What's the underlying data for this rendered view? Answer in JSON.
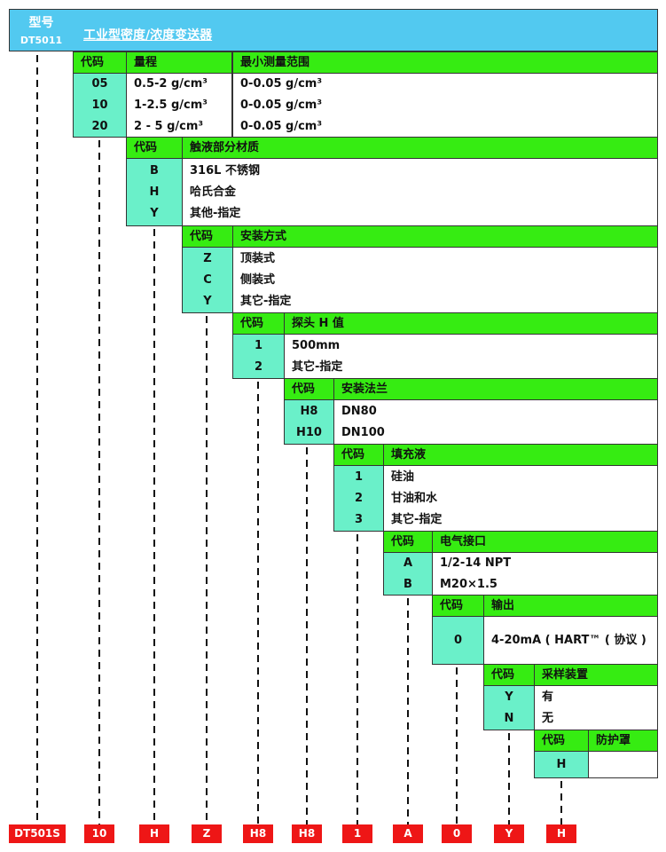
{
  "header": {
    "model_label": "型号",
    "model_code": "DT5011",
    "title": "工业型密度/浓度变送器"
  },
  "sections": [
    {
      "code_header": "代码",
      "columns": [
        "量程",
        "最小测量范围"
      ],
      "rows": [
        {
          "code": "05",
          "values": [
            "0.5-2 g/cm³",
            "0-0.05 g/cm³"
          ]
        },
        {
          "code": "10",
          "values": [
            "1-2.5 g/cm³",
            "0-0.05 g/cm³"
          ]
        },
        {
          "code": "20",
          "values": [
            " 2 - 5 g/cm³",
            "0-0.05 g/cm³"
          ]
        }
      ]
    },
    {
      "code_header": "代码",
      "columns": [
        "触液部分材质"
      ],
      "rows": [
        {
          "code": "B",
          "values": [
            "316L 不锈钢"
          ]
        },
        {
          "code": "H",
          "values": [
            "哈氏合金"
          ]
        },
        {
          "code": "Y",
          "values": [
            "其他-指定"
          ]
        }
      ]
    },
    {
      "code_header": "代码",
      "columns": [
        "安装方式"
      ],
      "rows": [
        {
          "code": "Z",
          "values": [
            "顶装式"
          ]
        },
        {
          "code": "C",
          "values": [
            "侧装式"
          ]
        },
        {
          "code": "Y",
          "values": [
            "其它-指定"
          ]
        }
      ]
    },
    {
      "code_header": "代码",
      "columns": [
        "探头 H 值"
      ],
      "rows": [
        {
          "code": "1",
          "values": [
            "500mm"
          ]
        },
        {
          "code": "2",
          "values": [
            "其它-指定"
          ]
        }
      ]
    },
    {
      "code_header": "代码",
      "columns": [
        "安装法兰"
      ],
      "rows": [
        {
          "code": "H8",
          "values": [
            "DN80"
          ]
        },
        {
          "code": "H10",
          "values": [
            "DN100"
          ]
        }
      ]
    },
    {
      "code_header": "代码",
      "columns": [
        "填充液"
      ],
      "rows": [
        {
          "code": "1",
          "values": [
            "硅油"
          ]
        },
        {
          "code": "2",
          "values": [
            "甘油和水"
          ]
        },
        {
          "code": "3",
          "values": [
            "其它-指定"
          ]
        }
      ]
    },
    {
      "code_header": "代码",
      "columns": [
        "电气接口"
      ],
      "rows": [
        {
          "code": "A",
          "values": [
            "1/2-14 NPT"
          ]
        },
        {
          "code": "B",
          "values": [
            "M20×1.5"
          ]
        }
      ]
    },
    {
      "code_header": "代码",
      "columns": [
        "输出"
      ],
      "rows": [
        {
          "code": "0",
          "values": [
            "4-20mA ( HART™ ( 协议 )"
          ]
        }
      ]
    },
    {
      "code_header": "代码",
      "columns": [
        "采样装置"
      ],
      "rows": [
        {
          "code": "Y",
          "values": [
            "有"
          ]
        },
        {
          "code": "N",
          "values": [
            "无"
          ]
        }
      ]
    },
    {
      "code_header": "代码",
      "columns": [
        "防护罩"
      ],
      "rows": [
        {
          "code": "H",
          "values": [
            ""
          ]
        }
      ]
    }
  ],
  "result_codes": [
    "DT501S",
    "10",
    "H",
    "Z",
    "H8",
    "H8",
    "1",
    "A",
    "0",
    "Y",
    "H"
  ],
  "colors": {
    "header_blue": "#52c9f0",
    "green": "#36ec12",
    "code_cell": "#6af0c9",
    "red": "#ee1616"
  }
}
